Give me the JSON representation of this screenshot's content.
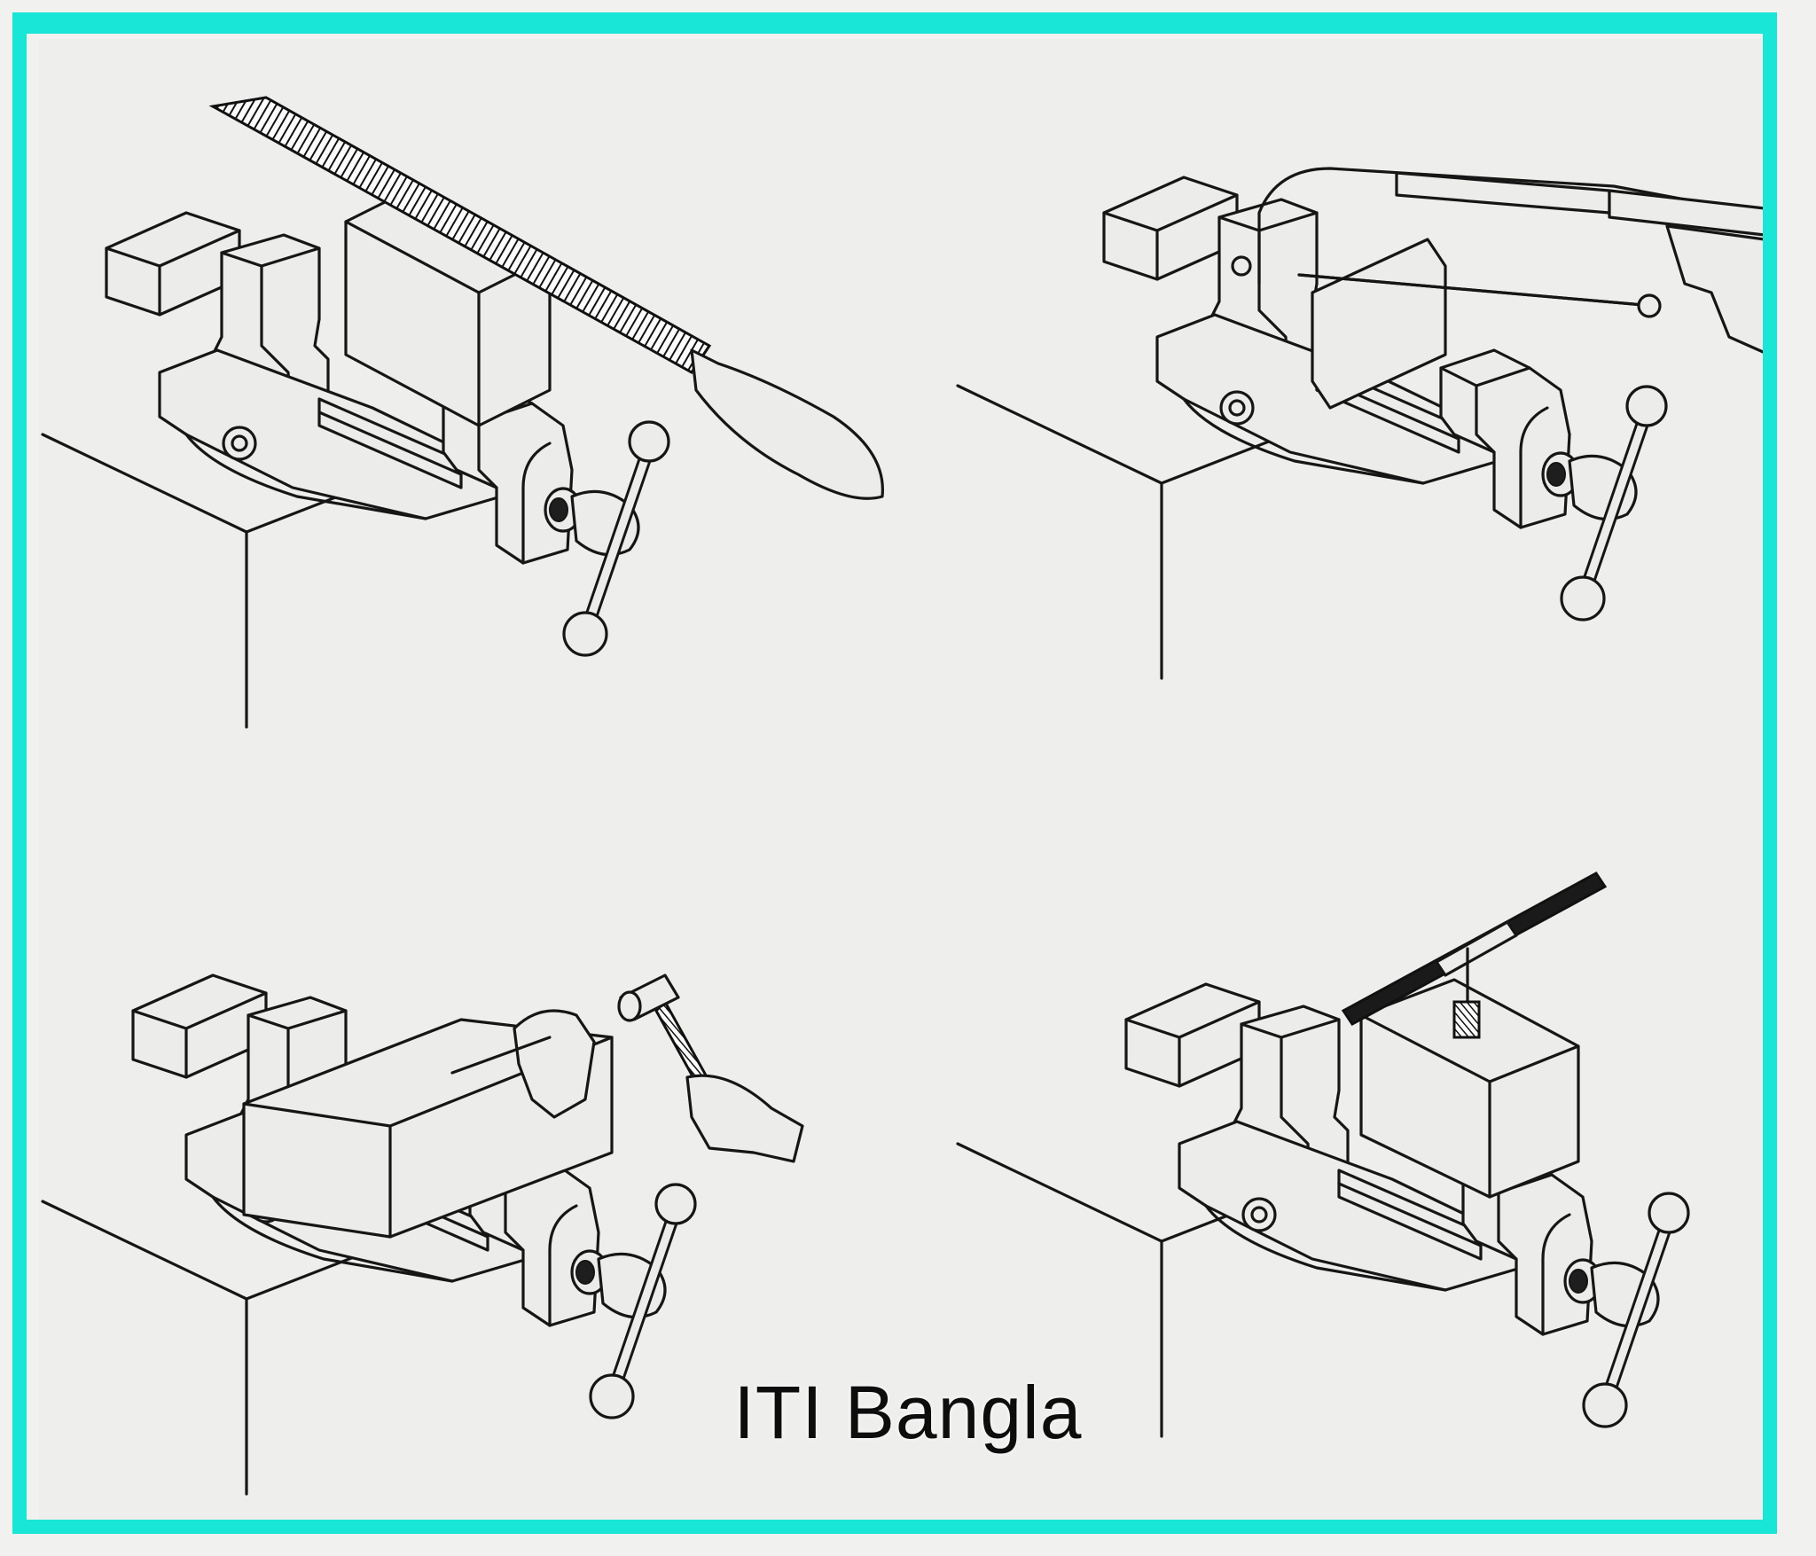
{
  "watermark": {
    "text": "ITI Bangla"
  },
  "colors": {
    "frame": "#19e6d6",
    "paper": "#eeeeec",
    "ink": "#161616"
  },
  "panels": [
    {
      "id": "vise-filing",
      "tool": "flat-file"
    },
    {
      "id": "vise-hacksaw",
      "tool": "hacksaw"
    },
    {
      "id": "vise-chiseling",
      "tool": "hammer-and-chisel"
    },
    {
      "id": "vise-tapping",
      "tool": "tap-wrench"
    }
  ]
}
